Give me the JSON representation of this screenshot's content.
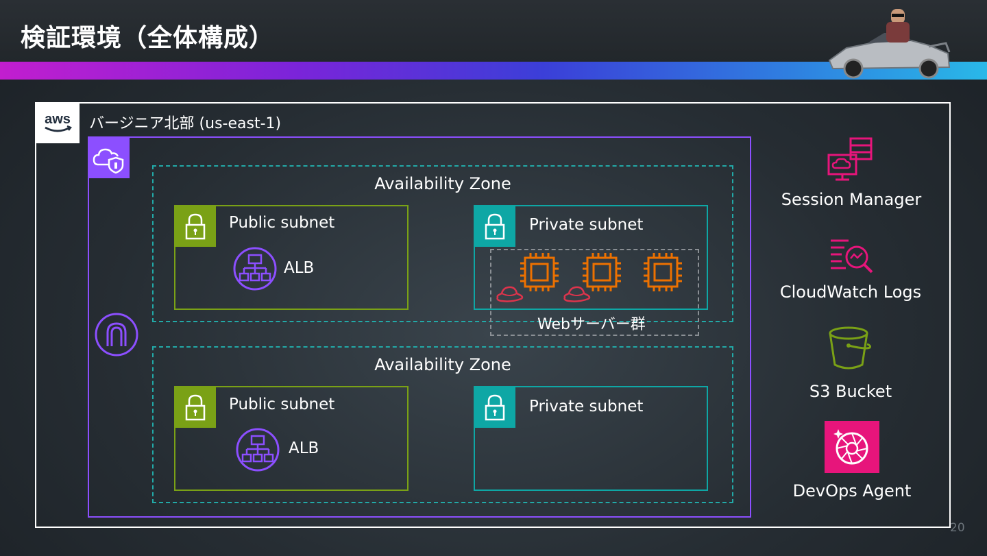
{
  "title": "検証環境（全体構成）",
  "region": {
    "label": "バージニア北部 (us-east-1)"
  },
  "availability_zones": [
    {
      "label": "Availability Zone"
    },
    {
      "label": "Availability Zone"
    }
  ],
  "subnets": {
    "public_1": "Public subnet",
    "private_1": "Private subnet",
    "public_2": "Public subnet",
    "private_2": "Private subnet"
  },
  "alb": {
    "label_1": "ALB",
    "label_2": "ALB"
  },
  "web_group": {
    "label": "Webサーバー群"
  },
  "services": [
    {
      "label": "Session Manager",
      "icon": "session-manager-icon",
      "color": "#e7157b"
    },
    {
      "label": "CloudWatch Logs",
      "icon": "cloudwatch-logs-icon",
      "color": "#e7157b"
    },
    {
      "label": "S3 Bucket",
      "icon": "s3-bucket-icon",
      "color": "#7aa116"
    },
    {
      "label": "DevOps Agent",
      "icon": "devops-agent-icon",
      "color": "#e7157b"
    }
  ],
  "page_number": "20",
  "colors": {
    "vpc": "#8c4fff",
    "public_subnet": "#7aa116",
    "private_subnet": "#0ea7a5",
    "az_border": "#22a9a7",
    "ec2": "#ed7100",
    "hat": "#dd344c"
  }
}
